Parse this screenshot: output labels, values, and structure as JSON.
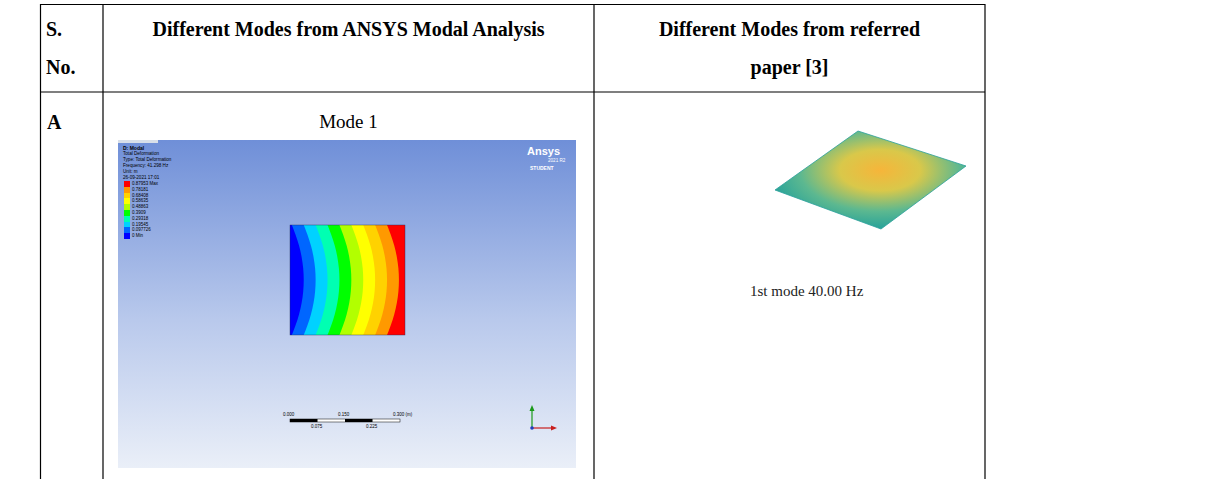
{
  "diagram": {
    "labels": [
      "S. No.",
      "Different Modes from ANSYS Modal Analysis",
      "Different Modes from referred paper [3]",
      "A",
      "Mode 1",
      "D: Modal",
      "Total Deformation",
      "Type: Total Deformation",
      "Frequency: 41.298 Hz",
      "Unit: m",
      "26-09-2021 17:01",
      "Ansys",
      "2021 R2",
      "STUDENT",
      "0.000",
      "0.150",
      "0.300 (m)",
      "0.075",
      "0.225",
      "1st mode 40.00 Hz"
    ],
    "legend": [
      {
        "text": "0.87953 Max",
        "color": "#ff0000"
      },
      {
        "text": "0.78181",
        "color": "#ff9900"
      },
      {
        "text": "0.68408",
        "color": "#ffd200"
      },
      {
        "text": "0.58635",
        "color": "#ffff00"
      },
      {
        "text": "0.48863",
        "color": "#b2ff00"
      },
      {
        "text": "0.3909",
        "color": "#00ff00"
      },
      {
        "text": "0.29318",
        "color": "#00ffb2"
      },
      {
        "text": "0.19545",
        "color": "#00d2ff"
      },
      {
        "text": "0.097726",
        "color": "#0066ff"
      },
      {
        "text": "0 Min",
        "color": "#0000ff"
      }
    ]
  }
}
